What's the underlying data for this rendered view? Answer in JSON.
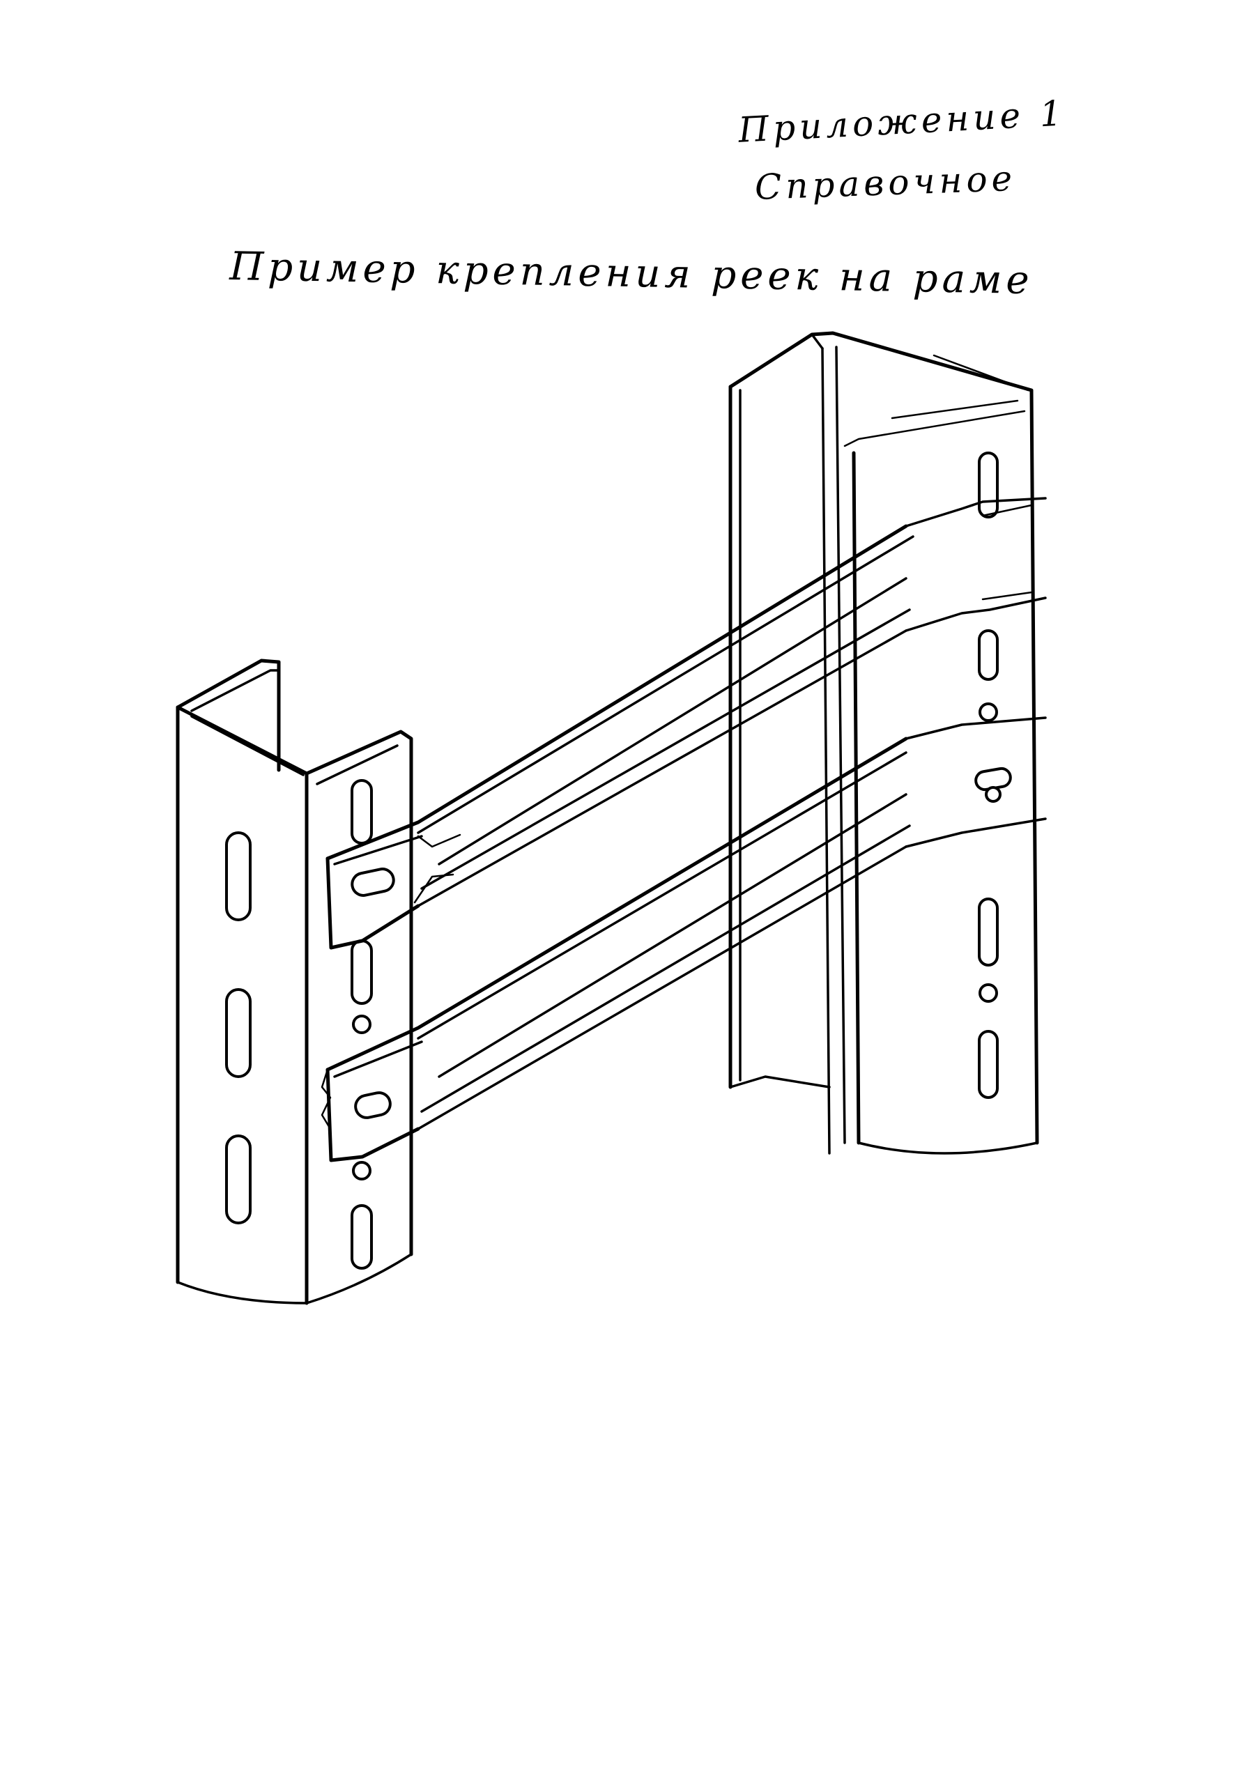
{
  "header": {
    "annex_label": "Приложение 1",
    "annex_kind": "Справочное"
  },
  "figure": {
    "title": "Пример крепления реек на раме"
  }
}
